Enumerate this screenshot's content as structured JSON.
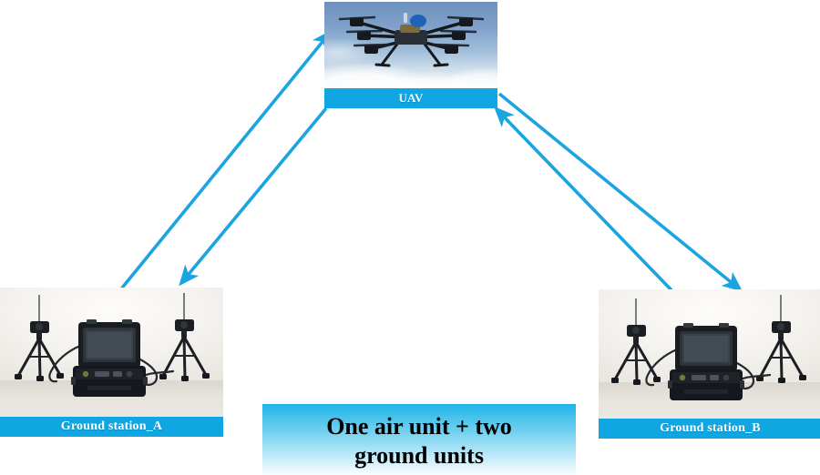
{
  "diagram": {
    "title": "One air unit + two ground units",
    "background_color": "#ffffff",
    "accent_color": "#0FA6E2",
    "arrow_color": "#1CA4E0",
    "caption": {
      "line1": "One air unit + two",
      "line2": "ground units",
      "text_color": "#000000",
      "gradient_top": "#1FB4E8",
      "gradient_bottom": "#ffffff"
    },
    "nodes": [
      {
        "id": "uav",
        "label": "UAV",
        "image_name": "multirotor-uav-photo",
        "label_color": "#ffffff",
        "band_color": "#0FA6E2"
      },
      {
        "id": "ground-station-a",
        "label": "Ground station_A",
        "image_name": "ground-station-equipment-photo",
        "label_color": "#ffffff",
        "band_color": "#0FA6E2"
      },
      {
        "id": "ground-station-b",
        "label": "Ground station_B",
        "image_name": "ground-station-equipment-photo",
        "label_color": "#ffffff",
        "band_color": "#0FA6E2"
      }
    ],
    "connections": [
      {
        "id": "a-to-uav",
        "from": "ground-station-a",
        "to": "uav",
        "direction": "up-right"
      },
      {
        "id": "uav-to-a",
        "from": "uav",
        "to": "ground-station-a",
        "direction": "down-left"
      },
      {
        "id": "b-to-uav",
        "from": "ground-station-b",
        "to": "uav",
        "direction": "up-left"
      },
      {
        "id": "uav-to-b",
        "from": "uav",
        "to": "ground-station-b",
        "direction": "down-right"
      }
    ]
  }
}
